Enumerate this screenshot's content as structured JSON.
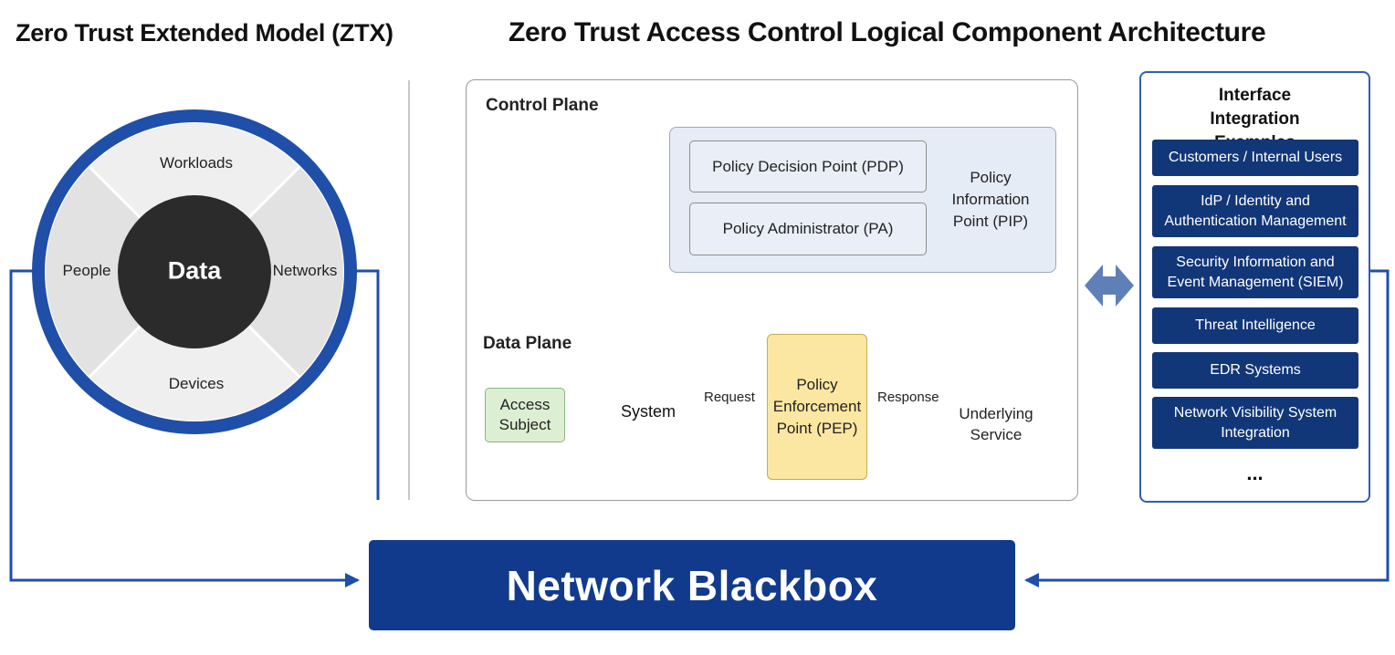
{
  "titles": {
    "left": "Zero Trust Extended Model (ZTX)",
    "right": "Zero Trust Access Control Logical Component Architecture"
  },
  "ztx": {
    "center": "Data",
    "top": "Workloads",
    "left": "People",
    "right": "Networks",
    "bottom": "Devices"
  },
  "architecture": {
    "control_plane_label": "Control Plane",
    "data_plane_label": "Data Plane",
    "pdp": "Policy Decision Point (PDP)",
    "pa": "Policy Administrator (PA)",
    "pip": "Policy Information Point (PIP)",
    "access_subject": "Access Subject",
    "system": "System",
    "request": "Request",
    "pep": "Policy Enforcement Point (PEP)",
    "response": "Response",
    "service": "Underlying Service"
  },
  "integration": {
    "title": "Interface Integration Examples",
    "items": [
      "Customers / Internal Users",
      "IdP / Identity and Authentication Management",
      "Security Information and Event Management (SIEM)",
      "Threat Intelligence",
      "EDR Systems",
      "Network Visibility System Integration"
    ],
    "more": "..."
  },
  "blackbox": {
    "label": "Network Blackbox"
  },
  "colors": {
    "primary_blue": "#123a8c",
    "ring_blue": "#1f4fa8",
    "panel_border": "#2f5fb0",
    "pep_yellow": "#fbe7a2",
    "access_green": "#dcefd2",
    "pip_blue": "#e6ecf6",
    "center_dark": "#2b2b2b"
  }
}
